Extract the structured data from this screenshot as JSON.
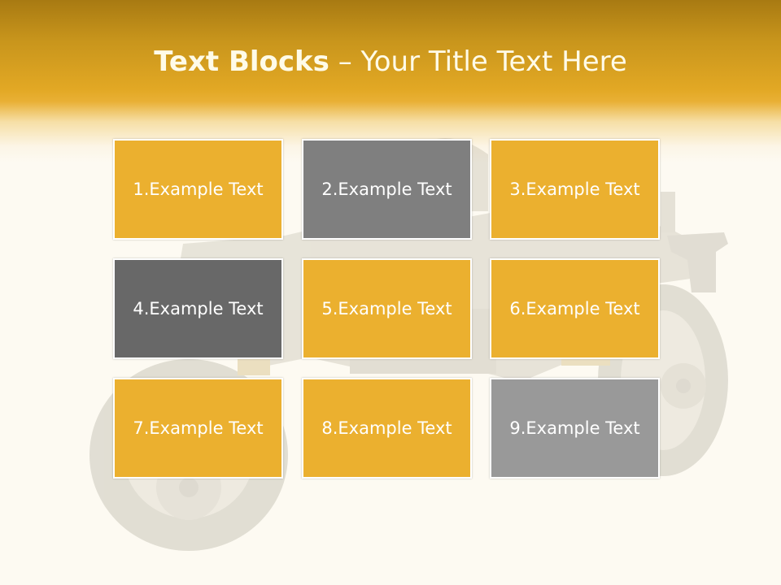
{
  "title": {
    "bold": "Text Blocks",
    "rest": " – Your Title Text Here"
  },
  "blocks": [
    {
      "label": "1.Example Text",
      "color": "#ebb02f"
    },
    {
      "label": "2.Example Text",
      "color": "#7f7f7f"
    },
    {
      "label": "3.Example Text",
      "color": "#ebb02f"
    },
    {
      "label": "4.Example Text",
      "color": "#686868"
    },
    {
      "label": "5.Example Text",
      "color": "#ebb02f"
    },
    {
      "label": "6.Example Text",
      "color": "#ebb02f"
    },
    {
      "label": "7.Example Text",
      "color": "#ebb02f"
    },
    {
      "label": "8.Example Text",
      "color": "#ebb02f"
    },
    {
      "label": "9.Example Text",
      "color": "#999999"
    }
  ],
  "background_image": "motorcycle"
}
